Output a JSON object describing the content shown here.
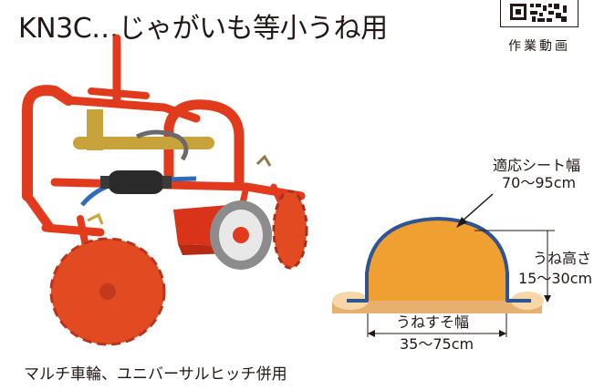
{
  "title": "KN3C…じゃがいも等小うね用",
  "qr_label": "作業動画",
  "qr_icon": "qr-code-icon",
  "diagram": {
    "sheet_width_label": "適応シート幅",
    "sheet_width_value": "70～95cm",
    "ridge_height_label": "うね高さ",
    "ridge_height_value": "15～30cm",
    "ridge_base_label": "うねすそ幅",
    "ridge_base_value": "35～75cm",
    "colors": {
      "soil": "#F0A030",
      "sheet": "#2F5496",
      "ground": "#E8B070",
      "mound_edge": "#F5D7A8"
    }
  },
  "caption": "マルチ車輪、ユニバーサルヒッチ併用",
  "machine_colors": {
    "frame": "#E23A1C",
    "disc": "#E24A22",
    "wheel": "#8C8C8C",
    "tank": "#2A2A2A"
  }
}
